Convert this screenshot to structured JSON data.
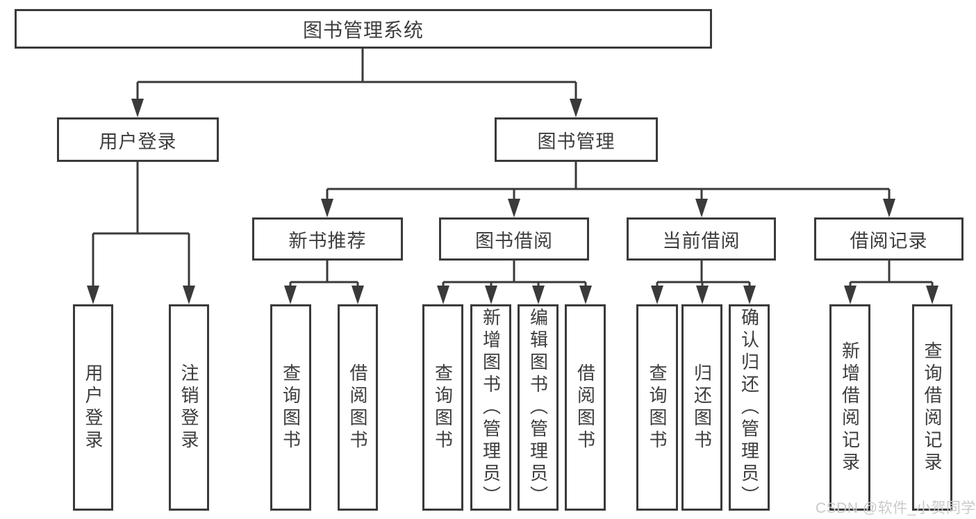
{
  "diagram": {
    "root": "图书管理系统",
    "level2": [
      "用户登录",
      "图书管理"
    ],
    "level3": [
      "新书推荐",
      "图书借阅",
      "当前借阅",
      "借阅记录"
    ],
    "leaves": {
      "user_login": [
        "用户登录",
        "注销登录"
      ],
      "new_book_rec": [
        "查询图书",
        "借阅图书"
      ],
      "book_borrow": [
        "查询图书",
        "新增图书（管理员）",
        "编辑图书（管理员）",
        "借阅图书"
      ],
      "current_borrow": [
        "查询图书",
        "归还图书",
        "确认归还（管理员）"
      ],
      "borrow_record": [
        "新增借阅记录",
        "查询借阅记录"
      ]
    }
  },
  "watermark": "CSDN @软件_小贺同学",
  "colors": {
    "line": "#3a3a3a",
    "text": "#3d3d3d",
    "watermark": "#c9c9c9",
    "background": "#ffffff"
  }
}
